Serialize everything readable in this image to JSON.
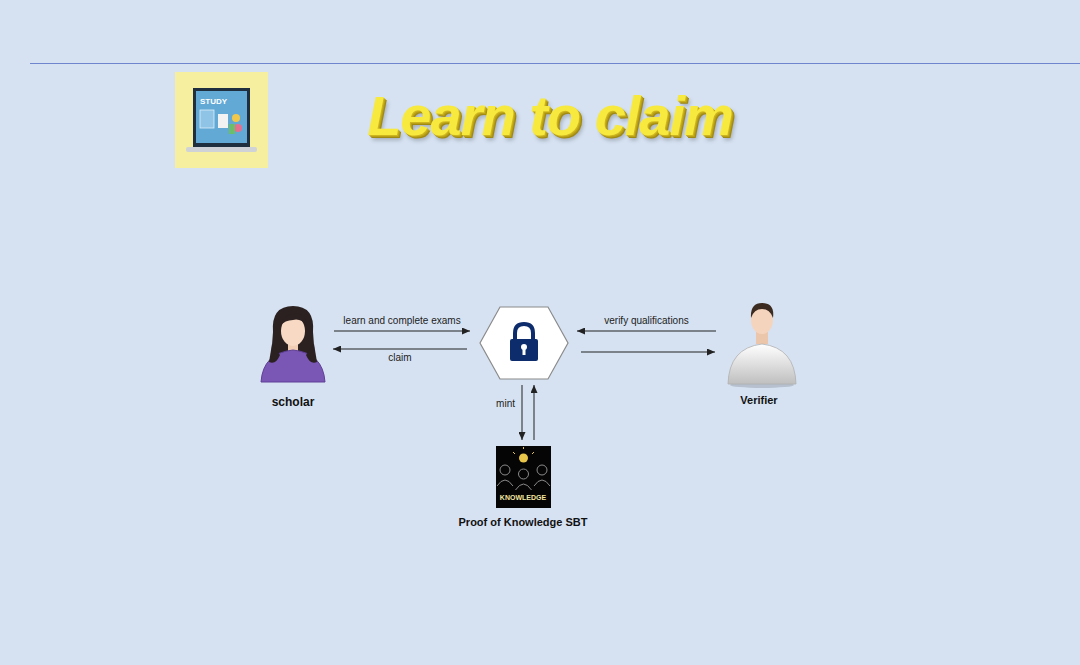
{
  "diagram": {
    "title": "Learn to claim",
    "nodes": [
      {
        "text": [
          "scholar"
        ]
      },
      {
        "text": []
      },
      {
        "text": [
          "Verifier"
        ]
      },
      {
        "text": [
          "KNOWLEDGE",
          "Proof of Knowledge SBT"
        ]
      }
    ],
    "edges": [
      {
        "from": 0,
        "to": 1,
        "label": "learn and complete exams",
        "arrow": "to"
      },
      {
        "from": 1,
        "to": 0,
        "label": "claim",
        "arrow": "to"
      },
      {
        "from": 2,
        "to": 1,
        "label": "verify qualifications",
        "arrow": "to"
      },
      {
        "from": 1,
        "to": 2,
        "arrow": "to"
      },
      {
        "from": 1,
        "to": 3,
        "label": "mint",
        "arrow": "to"
      },
      {
        "from": 3,
        "to": 1,
        "arrow": "to"
      }
    ],
    "labels": [
      "STUDY"
    ]
  }
}
